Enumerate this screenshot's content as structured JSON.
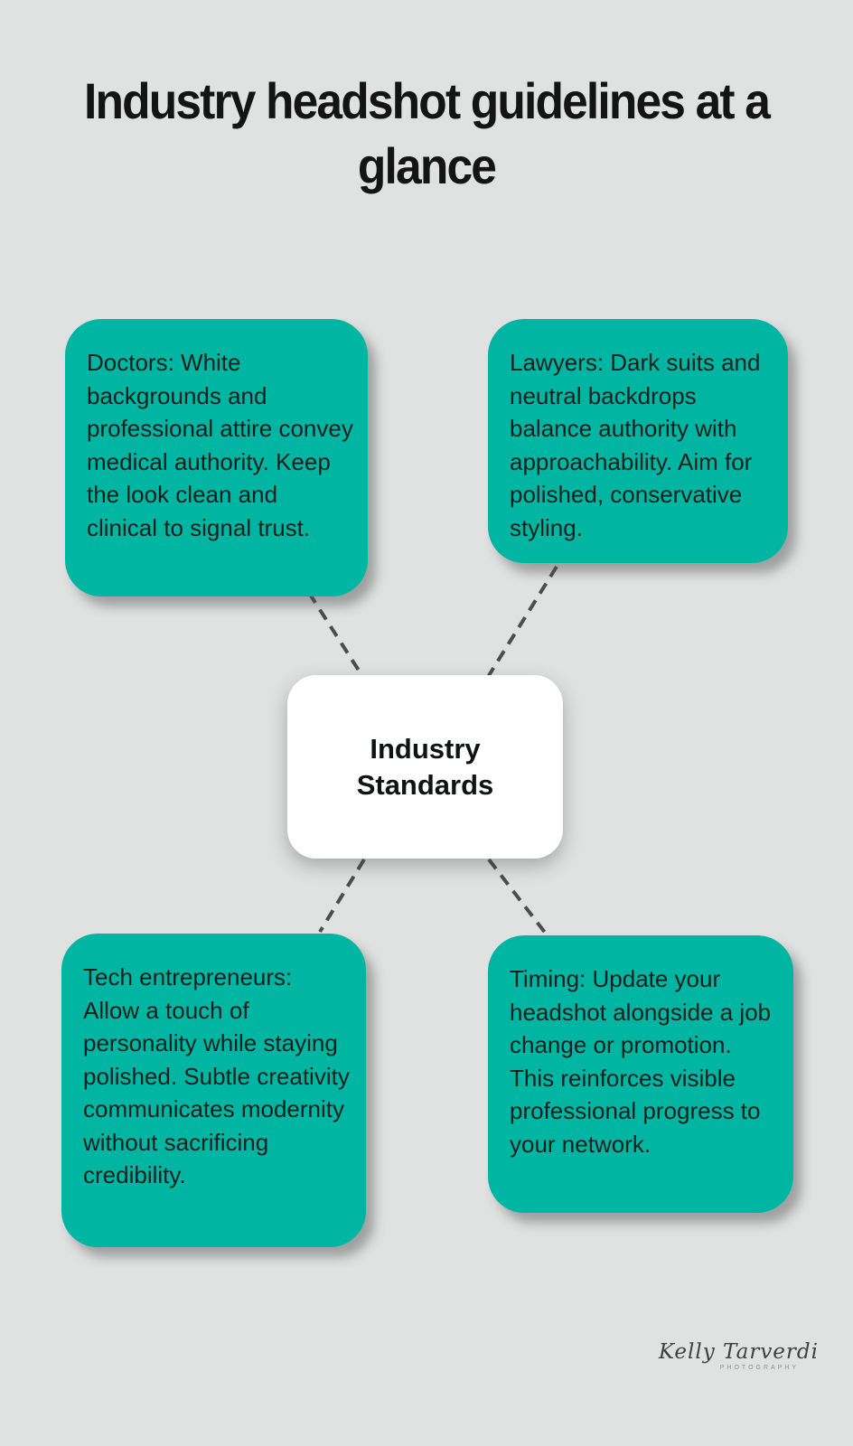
{
  "title": "Industry headshot guidelines at a glance",
  "center": {
    "label": "Industry Standards"
  },
  "cards": [
    {
      "id": "doctors",
      "text": "Doctors: White backgrounds and professional attire convey medical authority. Keep the look clean and clinical to signal trust."
    },
    {
      "id": "lawyers",
      "text": "Lawyers: Dark suits and neutral backdrops balance authority with approachability. Aim for polished, conservative styling."
    },
    {
      "id": "tech-entrepreneurs",
      "text": "Tech entrepreneurs: Allow a touch of personality while staying polished. Subtle creativity communicates modernity without sacrificing credibility."
    },
    {
      "id": "timing",
      "text": "Timing: Update your headshot alongside a job change or promotion. This reinforces visible professional progress to your network."
    }
  ],
  "signature": {
    "name": "Kelly Tarverdi",
    "subtitle": "PHOTOGRAPHY"
  },
  "colors": {
    "background": "#e0e2e1",
    "card": "#00b5a2",
    "card_text": "#13201e",
    "center_background": "#ffffff",
    "center_text": "#101312",
    "connector": "#4d4d4d",
    "title": "#141414"
  }
}
